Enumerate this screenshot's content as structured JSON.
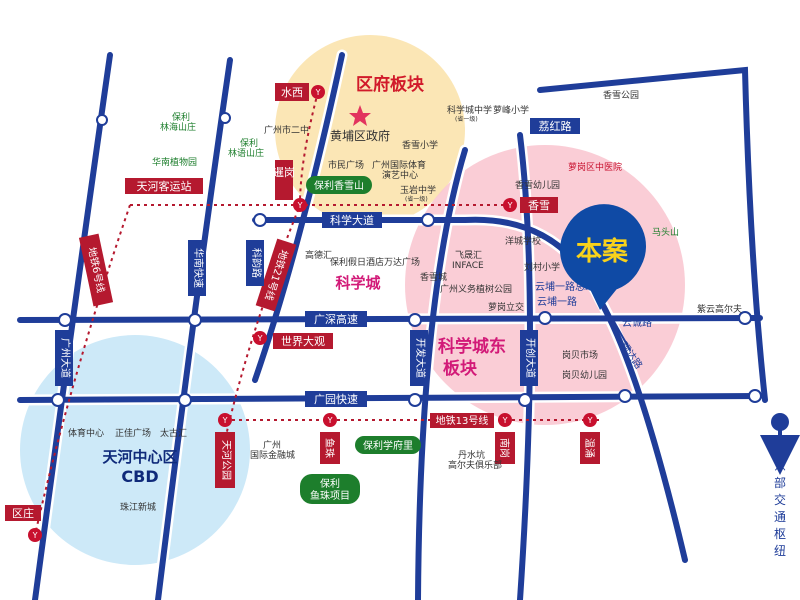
{
  "zones": {
    "district_gov": "区府板块",
    "science_city": "科学城",
    "science_city_east": "科学城东",
    "science_city_east_2": "板块",
    "cbd_1": "天河中心区",
    "cbd_2": "CBD",
    "project_badge": "本案"
  },
  "roads": {
    "kexue_avenue": "科学大道",
    "guangshen_expressway": "广深高速",
    "guangyuan_expressway": "广园快速",
    "lihong_road": "荔红路",
    "guangzhou_avenue": "广州大道",
    "huanan_expressway": "华南快速",
    "keyun_road": "科韵路",
    "kaifa_avenue": "开发大道",
    "kaichuang_avenue": "开创大道",
    "yuncheng_road": "云诚路",
    "guanda_road": "观达路",
    "yunpu_road1": "云埔一路",
    "yunpu_terminal": "云埔一路总站"
  },
  "metro": {
    "line6": "地铁6号线",
    "line21": "地铁21号线",
    "line13": "地铁13号线"
  },
  "stations": {
    "shuixi": "水西",
    "xiagang": "暹岗",
    "tianhe_bus": "天河客运站",
    "xiangxue": "香雪",
    "shijie_daguan": "世界大观",
    "tianhe_park": "天河公园",
    "yuzhu": "鱼珠",
    "nangang": "南岗",
    "wenyong": "温涌",
    "quzhuang": "区庄",
    "luogang_lijiao": "萝岗立交"
  },
  "pois": {
    "huangpu_gov": "黄埔区政府",
    "gz_no2_middle": "广州市二中",
    "civic_square": "市民广场",
    "sports_center_1": "广州国际体育",
    "sports_center_2": "演艺中心",
    "xiangxue_primary": "香雪小学",
    "yuyan_middle": "玉岩中学",
    "yuyan_level": "(省一级)",
    "kxc_middle": "科学城中学",
    "kxc_level": "(省一级)",
    "luofeng_primary": "萝峰小学",
    "xiangxue_park": "香雪公园",
    "luogang_hospital": "萝岗区中医院",
    "xiangxue_kinder": "香雪幼儿园",
    "yangcheng_school": "洋城学校",
    "liucun_primary": "刘村小学",
    "maantou_mountain": "马头山",
    "ziyun_golf": "紫云高尔夫",
    "feixiang_1": "飞晟汇",
    "feixiang_2": "INFACE",
    "xiangxuecheng": "香雪城",
    "yiwu_park": "广州义务植树公园",
    "gaode_hui": "高德汇",
    "poly_holiday": "保利假日酒店",
    "wanda": "万达广场",
    "poly_xiangxueshan": "保利香雪山",
    "poly_linhai_1": "保利",
    "poly_linhai_2": "林海山庄",
    "poly_linyu_1": "保利",
    "poly_linyu_2": "林语山庄",
    "huanan_botanic": "华南植物园",
    "gangbei_market": "岗贝市场",
    "gangbei_kinder": "岗贝幼儿园",
    "danshui_1": "丹水坑",
    "danshui_2": "高尔夫俱乐部",
    "poly_xuefuli": "保利学府里",
    "poly_yuzhu_1": "保利",
    "poly_yuzhu_2": "鱼珠项目",
    "gz_finance_1": "广州",
    "gz_finance_2": "国际金融城",
    "sports_center_tianhe": "体育中心",
    "zhengjia": "正佳广场",
    "taikoo": "太古汇",
    "zhujiang_newtown": "珠江新城"
  },
  "hub_label": [
    "东",
    "部",
    "交",
    "通",
    "枢",
    "纽"
  ],
  "colors": {
    "road": "#1f3d99",
    "road_edge": "#ffffff",
    "metro": "#b5192f",
    "metro_dot": "#c8102e",
    "zone_yellow": "#fbe6b5",
    "zone_pink": "#f9c8d2",
    "zone_blue": "#cde9f8",
    "project_blue": "#0f4aa5",
    "project_text": "#f8d21b",
    "green_label": "#1d7e2c",
    "zone_text_red": "#d11a2a",
    "zone_text_magenta": "#d21a78",
    "poi_text": "#333333",
    "star": "#e2345e"
  }
}
